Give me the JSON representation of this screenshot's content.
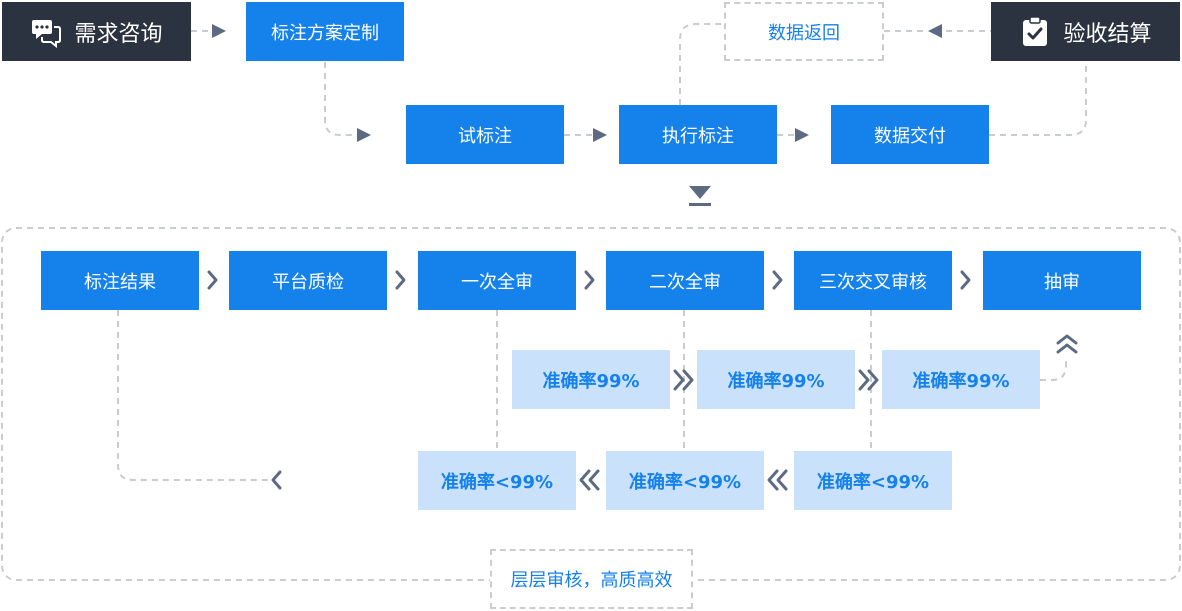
{
  "top": {
    "consult": "需求咨询",
    "plan": "标注方案定制",
    "trial": "试标注",
    "execute": "执行标注",
    "deliver": "数据交付",
    "return": "数据返回",
    "accept": "验收结算"
  },
  "review": {
    "steps": [
      "标注结果",
      "平台质检",
      "一次全审",
      "二次全审",
      "三次交叉审核",
      "抽审"
    ],
    "pass": "准确率99%",
    "fail": "准确率<99%",
    "caption": "层层审核，高质高效"
  },
  "icons": [
    "chat-icon",
    "clipboard-check-icon"
  ],
  "colors": {
    "primary": "#1581ea",
    "light": "#c9e1fb",
    "dark": "#2c3340",
    "arrow": "#5d6b82",
    "dash": "#c9ccd1"
  }
}
